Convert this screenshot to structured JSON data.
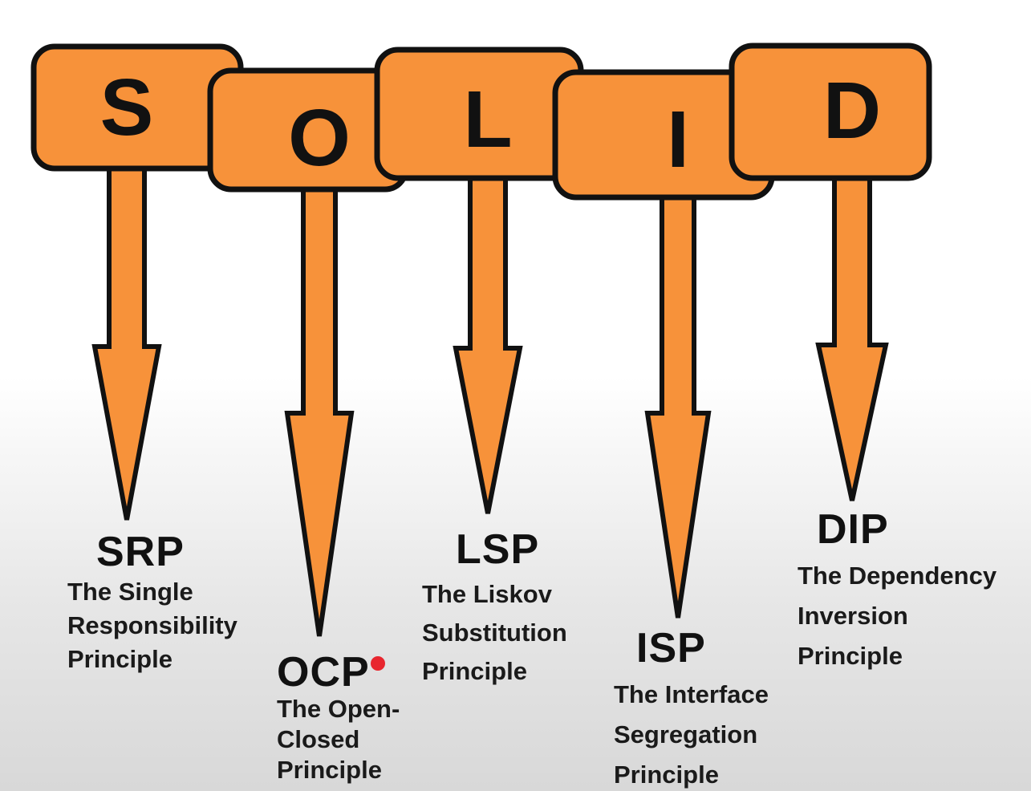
{
  "colors": {
    "box_fill": "#f7923a",
    "outline": "#111111",
    "text": "#111111",
    "pointer_dot": "#e8262e"
  },
  "letters": [
    {
      "id": "s",
      "letter": "S"
    },
    {
      "id": "o",
      "letter": "O"
    },
    {
      "id": "l",
      "letter": "L"
    },
    {
      "id": "i",
      "letter": "I"
    },
    {
      "id": "d",
      "letter": "D"
    }
  ],
  "principles": [
    {
      "id": "srp",
      "abbr": "SRP",
      "lines": [
        "The Single",
        "Responsibility",
        "Principle"
      ]
    },
    {
      "id": "ocp",
      "abbr": "OCP",
      "lines": [
        "The Open-",
        "Closed",
        "Principle"
      ]
    },
    {
      "id": "lsp",
      "abbr": "LSP",
      "lines": [
        "The Liskov",
        "Substitution",
        "Principle"
      ]
    },
    {
      "id": "isp",
      "abbr": "ISP",
      "lines": [
        "The Interface",
        "Segregation",
        "Principle"
      ]
    },
    {
      "id": "dip",
      "abbr": "DIP",
      "lines": [
        "The Dependency",
        "Inversion",
        "Principle"
      ]
    }
  ]
}
